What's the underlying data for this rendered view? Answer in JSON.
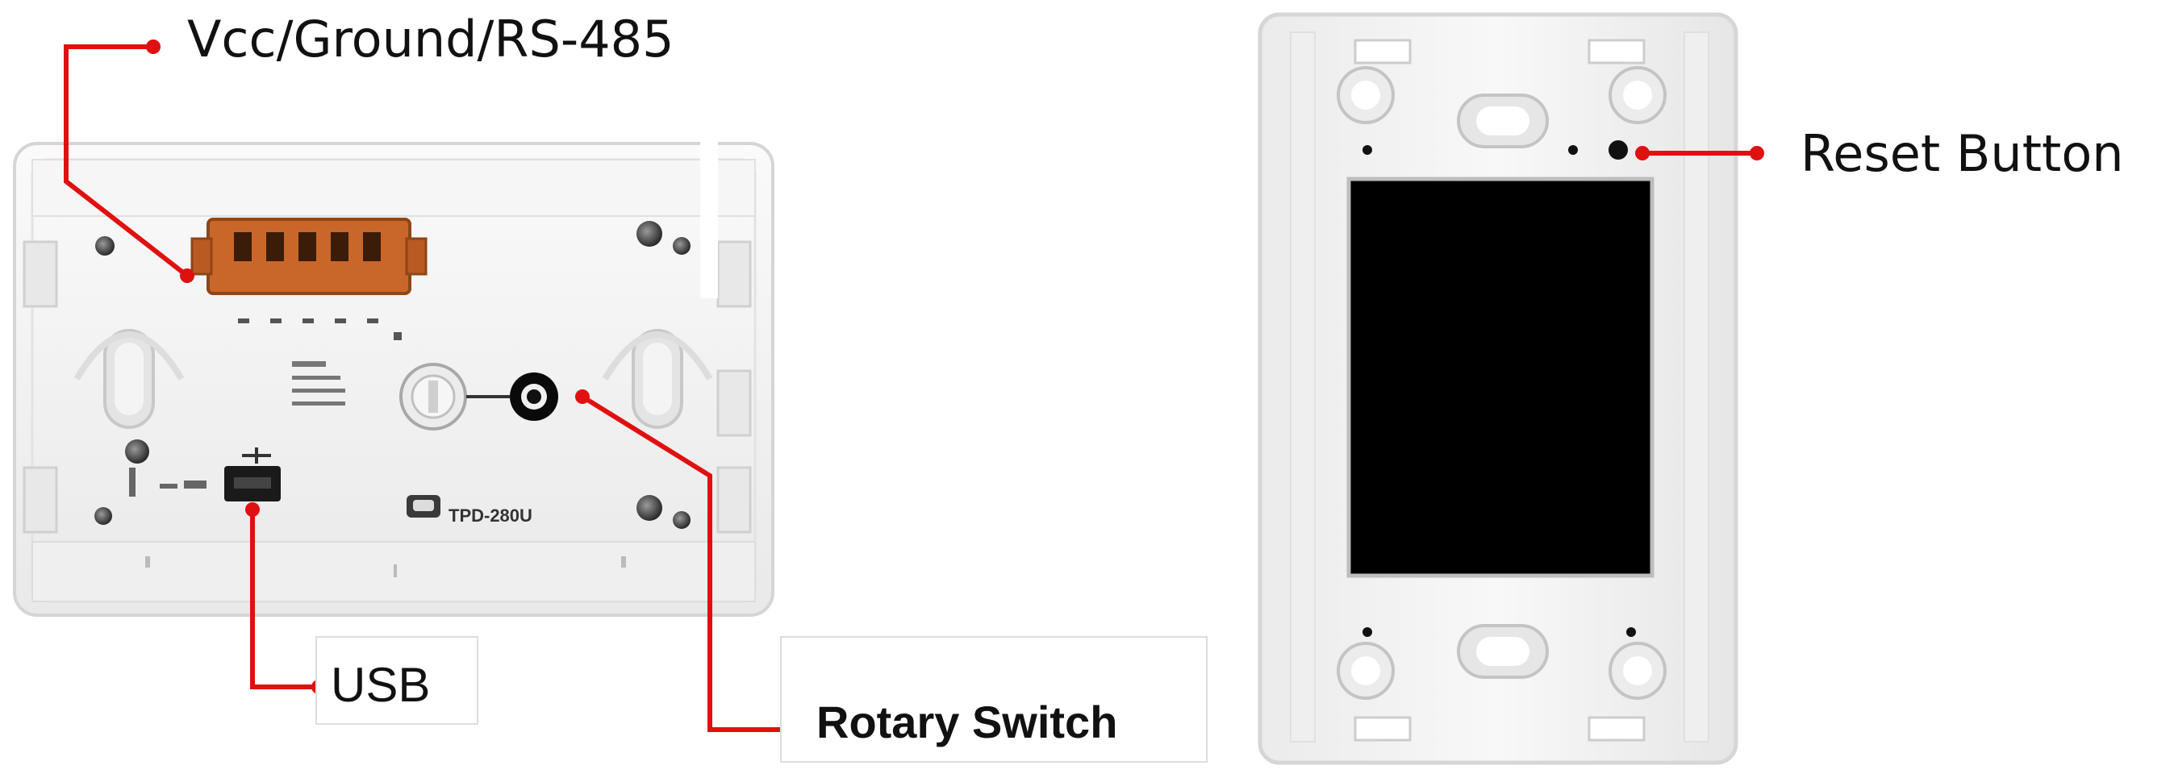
{
  "labels": {
    "power_rs485": "Vcc/Ground/RS-485",
    "usb": "USB",
    "rotary_switch": "Rotary Switch",
    "reset_button": "Reset Button",
    "model_marking": "TPD-280U"
  },
  "colors": {
    "callout": "#e01010",
    "connector": "#c9672b",
    "panel_fill": "#f2f2f2",
    "panel_edge": "#d8d8d8",
    "screen": "#000000"
  },
  "icons": [
    "usb-icon",
    "rotary-switch-icon",
    "terminal-block-icon",
    "reset-button-icon"
  ]
}
